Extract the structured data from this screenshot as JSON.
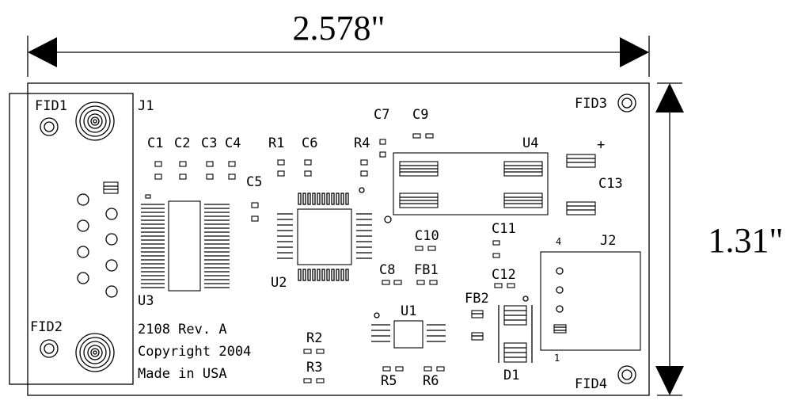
{
  "dimensions": {
    "width": "2.578\"",
    "height": "1.31\""
  },
  "fiducials": {
    "fid1": "FID1",
    "fid2": "FID2",
    "fid3": "FID3",
    "fid4": "FID4"
  },
  "labels": {
    "j1": "J1",
    "j2": "J2",
    "c1": "C1",
    "c2": "C2",
    "c3": "C3",
    "c4": "C4",
    "c5": "C5",
    "c6": "C6",
    "c7": "C7",
    "c8": "C8",
    "c9": "C9",
    "c10": "C10",
    "c11": "C11",
    "c12": "C12",
    "c13": "C13",
    "r1": "R1",
    "r2": "R2",
    "r3": "R3",
    "r4": "R4",
    "r5": "R5",
    "r6": "R6",
    "u1": "U1",
    "u2": "U2",
    "u3": "U3",
    "u4": "U4",
    "fb1": "FB1",
    "fb2": "FB2",
    "d1": "D1",
    "plus": "+",
    "pin4": "4",
    "pin1": "1"
  },
  "silkscreen": {
    "line1": "2108 Rev. A",
    "line2": "Copyright 2004",
    "line3": "Made in USA"
  }
}
